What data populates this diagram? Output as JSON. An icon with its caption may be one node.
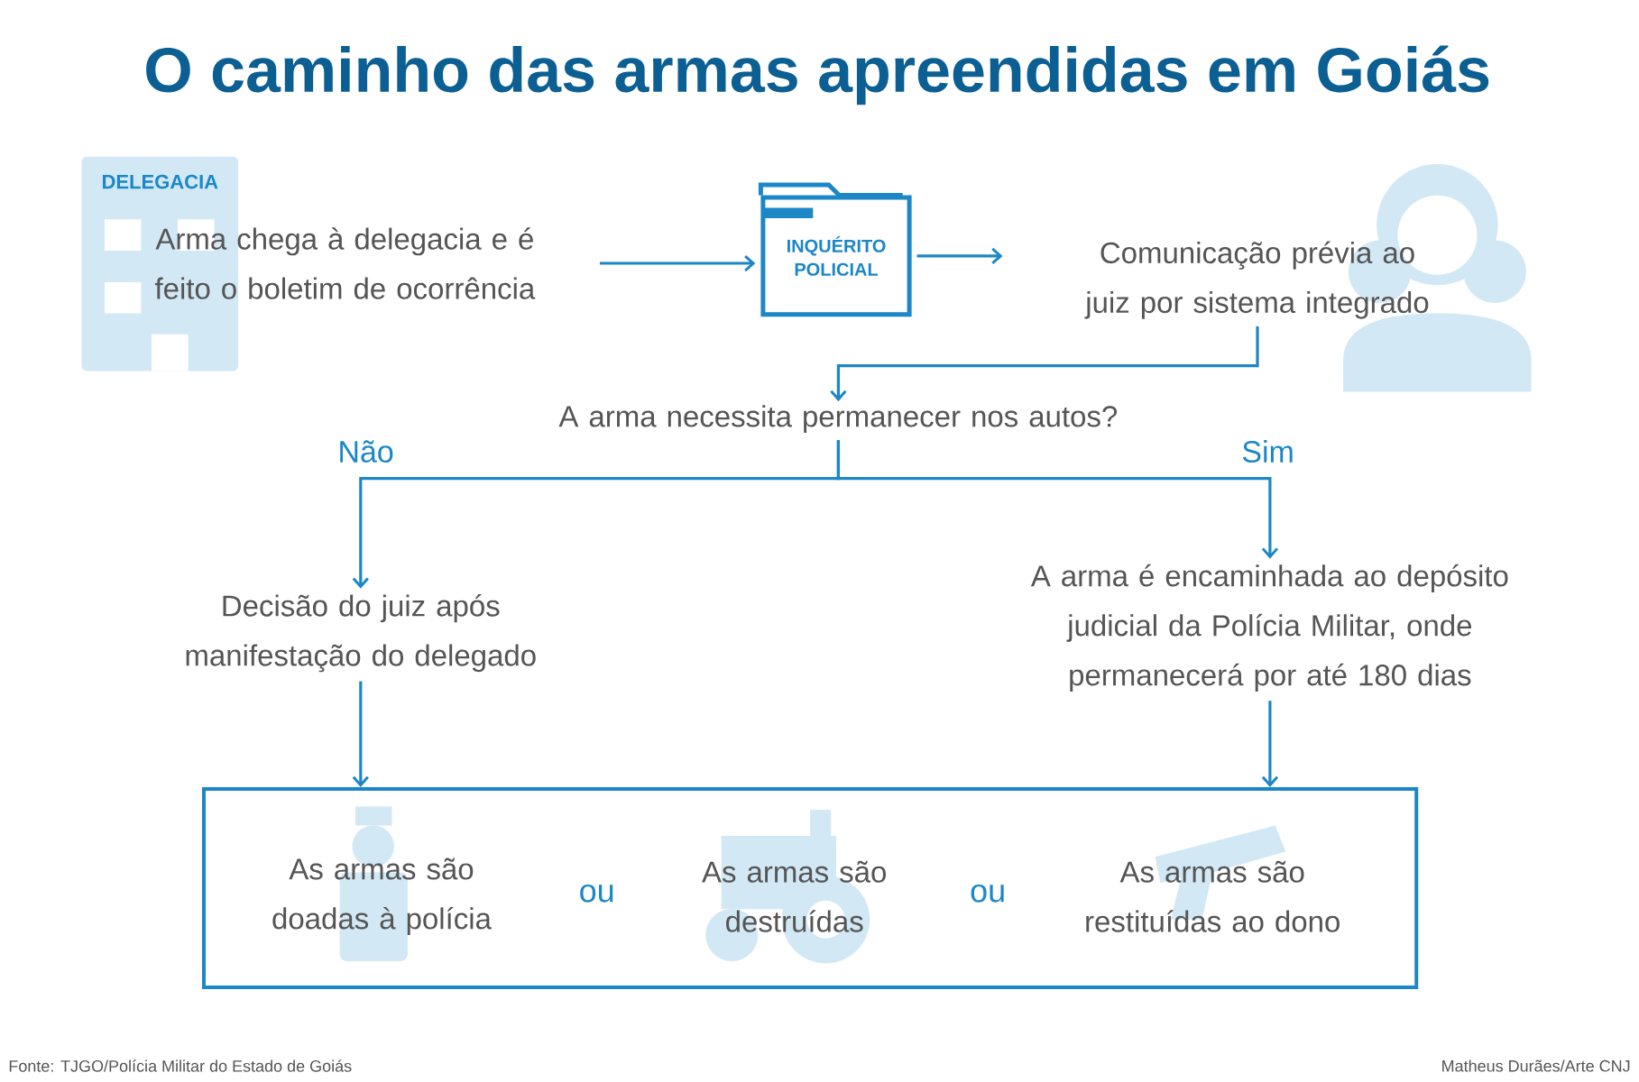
{
  "diagram": {
    "title": "O caminho das armas apreendidas em Goiás",
    "nodes": [
      {
        "text": [
          "Arma chega à delegacia e é feito o boletim de ocorrência"
        ]
      },
      {
        "text": [
          "INQUÉRITO POLICIAL"
        ]
      },
      {
        "text": [
          "Comunicação prévia ao juiz por sistema integrado"
        ]
      },
      {
        "text": [
          "A arma necessita permanecer nos autos?"
        ]
      },
      {
        "text": [
          "Decisão do juiz após manifestação do delegado"
        ]
      },
      {
        "text": [
          "A arma é encaminhada ao depósito judicial da Polícia Militar, onde permanecerá por até 180 dias"
        ]
      },
      {
        "text": [],
        "shape": "box"
      },
      {
        "text": [
          "As armas são doadas à polícia"
        ],
        "in": 6
      },
      {
        "text": [
          "As armas são destruídas"
        ],
        "in": 6
      },
      {
        "text": [
          "As armas são restituídas ao dono"
        ],
        "in": 6
      }
    ],
    "edges": [
      {
        "from": 0,
        "to": 1,
        "arrow": "to"
      },
      {
        "from": 1,
        "to": 2,
        "arrow": "to"
      },
      {
        "from": 2,
        "to": 3,
        "arrow": "to"
      },
      {
        "from": 3,
        "to": 4,
        "arrow": "to",
        "label": "Não"
      },
      {
        "from": 3,
        "to": 5,
        "arrow": "to",
        "label": "Sim"
      },
      {
        "from": 4,
        "to": 6,
        "arrow": "to"
      },
      {
        "from": 5,
        "to": 6,
        "arrow": "to"
      }
    ],
    "labels": [
      "DELEGACIA",
      "ou",
      "ou",
      "Fonte: TJGO/Polícia Militar do Estado de Goiás",
      "Matheus Durães/Arte CNJ"
    ]
  }
}
